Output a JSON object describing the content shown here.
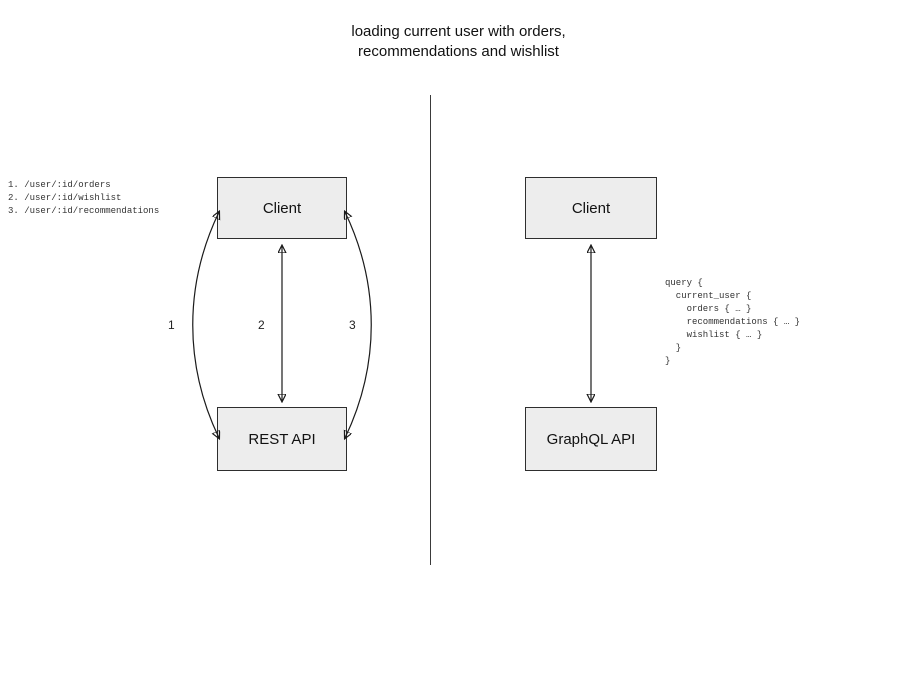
{
  "title": {
    "line1": "loading current user with orders,",
    "line2": "recommendations and wishlist"
  },
  "left": {
    "endpoints": [
      "1. /user/:id/orders",
      "2. /user/:id/wishlist",
      "3. /user/:id/recommendations"
    ],
    "client_label": "Client",
    "api_label": "REST API",
    "arrow_labels": [
      "1",
      "2",
      "3"
    ]
  },
  "right": {
    "client_label": "Client",
    "api_label": "GraphQL API",
    "query_lines": [
      "query {",
      "  current_user {",
      "    orders { … }",
      "    recommendations { … }",
      "    wishlist { … }",
      "  }",
      "}"
    ]
  },
  "colors": {
    "box_fill": "#ededed",
    "box_border": "#2e2e2e",
    "arrow_stroke": "#1a1a1a",
    "background": "#ffffff"
  }
}
